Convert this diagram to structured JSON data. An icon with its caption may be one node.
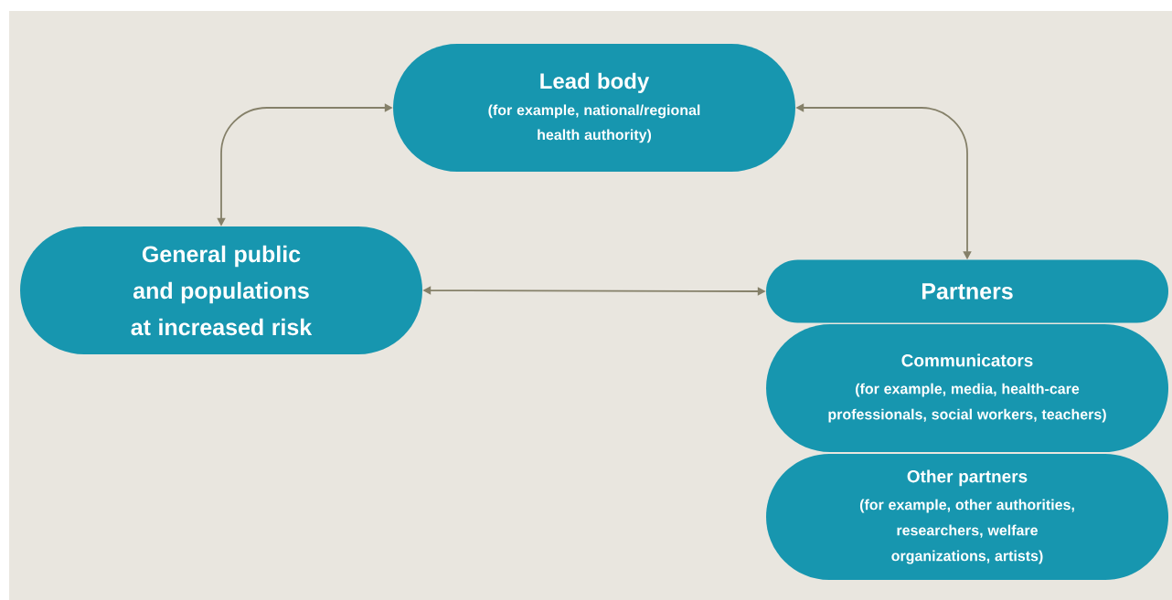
{
  "diagram": {
    "nodes": [
      {
        "text": [
          "Lead body",
          "(for example, national/regional health authority)"
        ]
      },
      {
        "text": [
          "General public and populations at increased risk"
        ]
      },
      {
        "text": [
          "Partners"
        ]
      },
      {
        "text": [
          "Communicators",
          "(for example, media, health-care professionals, social workers, teachers)"
        ]
      },
      {
        "text": [
          "Other partners",
          "(for example, other authorities, researchers, welfare organizations, artists)"
        ]
      }
    ],
    "edges": [
      {
        "from": 0,
        "to": 1,
        "arrow": "both"
      },
      {
        "from": 0,
        "to": 2,
        "arrow": "both"
      },
      {
        "from": 1,
        "to": 2,
        "arrow": "both"
      }
    ]
  }
}
